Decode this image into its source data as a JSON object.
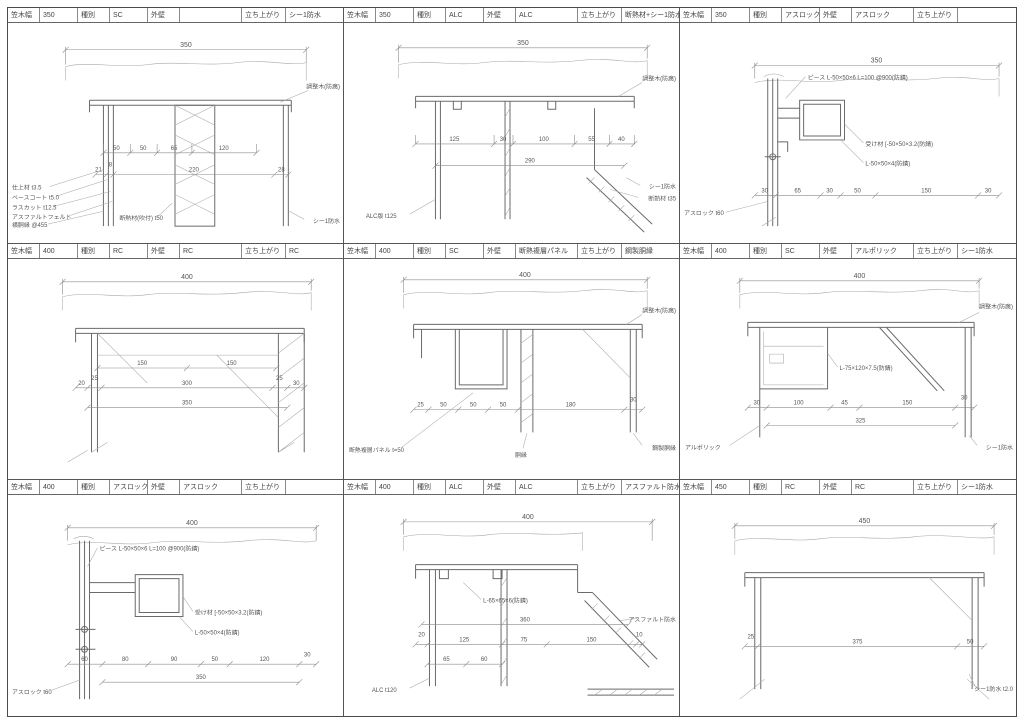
{
  "header_labels": {
    "width": "笠木幅",
    "type": "種別",
    "ext": "外壁",
    "rise": "立ち上がり"
  },
  "cells": [
    {
      "header": {
        "width": "350",
        "type": "SC",
        "ext": "",
        "rise": "シー1防水"
      },
      "top_dim": "350",
      "dims1": [
        "50",
        "50",
        "65",
        "120"
      ],
      "dims2": [
        "21",
        "8",
        "220",
        "28"
      ],
      "notes": {
        "n1": "仕上材 t3.5",
        "n2": "ベースコート t5.0",
        "n3": "ラスカット t12.5",
        "n4": "アスファルトフェルト",
        "n5": "横胴縁 @455",
        "right": "調整木(防腐)",
        "b1": "断熱材(吹付) t50",
        "b2": "シー1防水"
      }
    },
    {
      "header": {
        "width": "350",
        "type": "ALC",
        "ext": "ALC",
        "rise": "断熱材+シー1防水"
      },
      "top_dim": "350",
      "dims1": [
        "125",
        "30",
        "100",
        "55",
        "40"
      ],
      "total": "290",
      "notes": {
        "right": "調整木(防腐)",
        "r1": "シー1防水",
        "r2": "断熱材 t35",
        "b1": "ALC版 t125"
      }
    },
    {
      "header": {
        "width": "350",
        "type": "アスロック",
        "ext": "アスロック",
        "rise": ""
      },
      "top_dim": "350",
      "dims1": [
        "30",
        "65",
        "30",
        "50",
        "150",
        "30"
      ],
      "notes": {
        "n1": "ピース L-50×50×6 L=100 @900(防錆)",
        "n2": "受け材 [-50×50×3.2(防錆)",
        "n3": "L-50×50×4(防錆)",
        "b1": "アスロック t60"
      }
    },
    {
      "header": {
        "width": "400",
        "type": "RC",
        "ext": "RC",
        "rise": "RC"
      },
      "top_dim": "400",
      "dims1": [
        "150",
        "150"
      ],
      "dims2": [
        "20",
        "25",
        "300",
        "25",
        "30"
      ],
      "total": "350",
      "notes": {}
    },
    {
      "header": {
        "width": "400",
        "type": "SC",
        "ext": "断熱複層パネル",
        "rise": "鋼製胴縁"
      },
      "top_dim": "400",
      "dims1": [
        "25",
        "50",
        "50",
        "50",
        "180",
        "30"
      ],
      "notes": {
        "right": "調整木(防腐)",
        "b1": "断熱複層パネル t=50",
        "b2": "胴縁",
        "b3": "鋼製胴縁"
      }
    },
    {
      "header": {
        "width": "400",
        "type": "SC",
        "ext": "アルポリック",
        "rise": "シー1防水"
      },
      "top_dim": "400",
      "dims1": [
        "30",
        "100",
        "45",
        "150",
        "30"
      ],
      "total": "325",
      "notes": {
        "right": "調整木(防腐)",
        "n1": "L-75×120×7.5(防錆)",
        "b1": "アルポリック",
        "b2": "シー1防水"
      }
    },
    {
      "header": {
        "width": "400",
        "type": "アスロック",
        "ext": "アスロック",
        "rise": ""
      },
      "top_dim": "400",
      "dims1": [
        "60",
        "80",
        "90",
        "50",
        "120",
        "30"
      ],
      "total": "350",
      "notes": {
        "n1": "ピース L-50×50×6 L=100 @900(防錆)",
        "n2": "受け材 [-50×50×3.2(防錆)",
        "n3": "L-50×50×4(防錆)",
        "b1": "アスロック t60"
      }
    },
    {
      "header": {
        "width": "400",
        "type": "ALC",
        "ext": "ALC",
        "rise": "アスファルト防水"
      },
      "top_dim": "400",
      "dims1": [
        "20",
        "125",
        "75",
        "150",
        "10"
      ],
      "dims2": [
        "65",
        "60"
      ],
      "total": "360",
      "notes": {
        "n1": "L-65×65×6(防錆)",
        "r1": "アスファルト防水",
        "b1": "ALC t120"
      }
    },
    {
      "header": {
        "width": "450",
        "type": "RC",
        "ext": "RC",
        "rise": "シー1防水"
      },
      "top_dim": "450",
      "dims1": [
        "25",
        "375",
        "50"
      ],
      "notes": {
        "b1": "シー1防水 t2.0"
      }
    }
  ]
}
